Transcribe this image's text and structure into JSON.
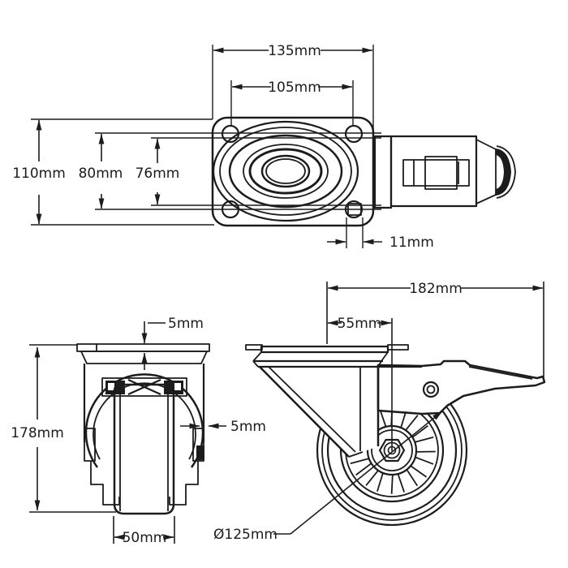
{
  "canvas": {
    "background": "#ffffff",
    "line_color": "#1c1c1c"
  },
  "drawing": {
    "subject": "swivel-caster-with-brake-technical-drawing",
    "dimensions": {
      "top_view": {
        "overall_length": "135mm",
        "hole_spacing_length": "105mm",
        "overall_width": "110mm",
        "hole_spacing_width_outer": "80mm",
        "hole_spacing_width_inner": "76mm",
        "hole_diameter": "11mm"
      },
      "front_view": {
        "plate_thickness": "5mm",
        "overall_height": "178mm",
        "fork_clearance": "5mm",
        "wheel_width": "50mm"
      },
      "side_view": {
        "overall_length": "182mm",
        "swivel_offset": "55mm",
        "wheel_diameter": "Ø125mm"
      }
    }
  }
}
